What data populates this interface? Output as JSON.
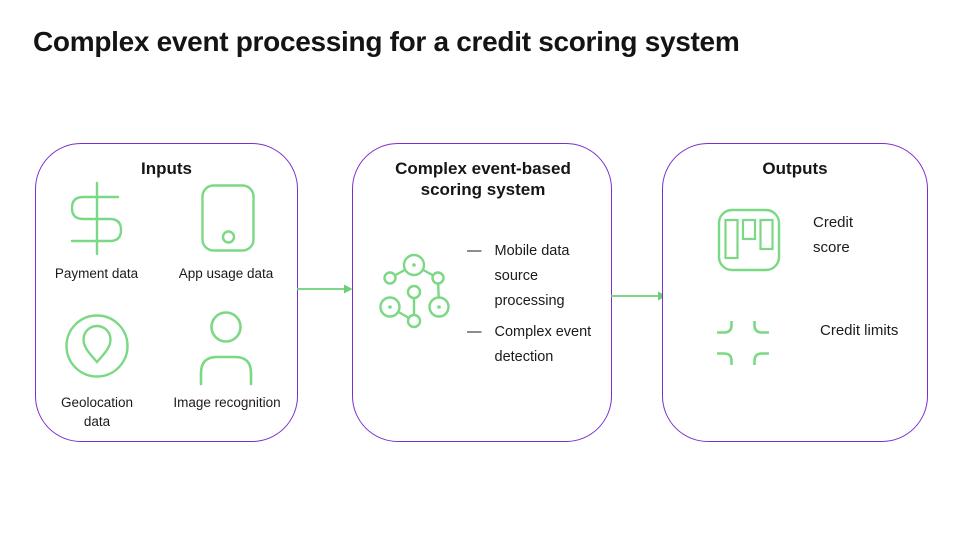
{
  "page": {
    "title": "Complex event processing for a credit scoring system"
  },
  "colors": {
    "panel_border_purple": "#7b2fcb",
    "icon_green": "#7bd884",
    "arrow_green": "#6fcf79",
    "text_dark": "#1b1b1d"
  },
  "arrows": [
    {
      "name": "inputs-to-system",
      "direction": "right"
    },
    {
      "name": "system-to-outputs",
      "direction": "right"
    }
  ],
  "inputs_box": {
    "title": "Inputs",
    "items": [
      {
        "icon": "dollar-icon",
        "label": "Payment data"
      },
      {
        "icon": "smartphone-icon",
        "label": "App usage data"
      },
      {
        "icon": "geolocation-icon",
        "label": "Geolocation data"
      },
      {
        "icon": "person-icon",
        "label": "Image recognition"
      }
    ]
  },
  "system_box": {
    "title": "Complex event-based scoring system",
    "icon": "network-graph-icon",
    "bullet_marker": "—",
    "bullets": [
      "Mobile data source processing",
      "Complex event detection"
    ]
  },
  "outputs_box": {
    "title": "Outputs",
    "items": [
      {
        "icon": "credit-score-icon",
        "label": "Credit score"
      },
      {
        "icon": "credit-limits-icon",
        "label": "Credit limits"
      }
    ]
  }
}
